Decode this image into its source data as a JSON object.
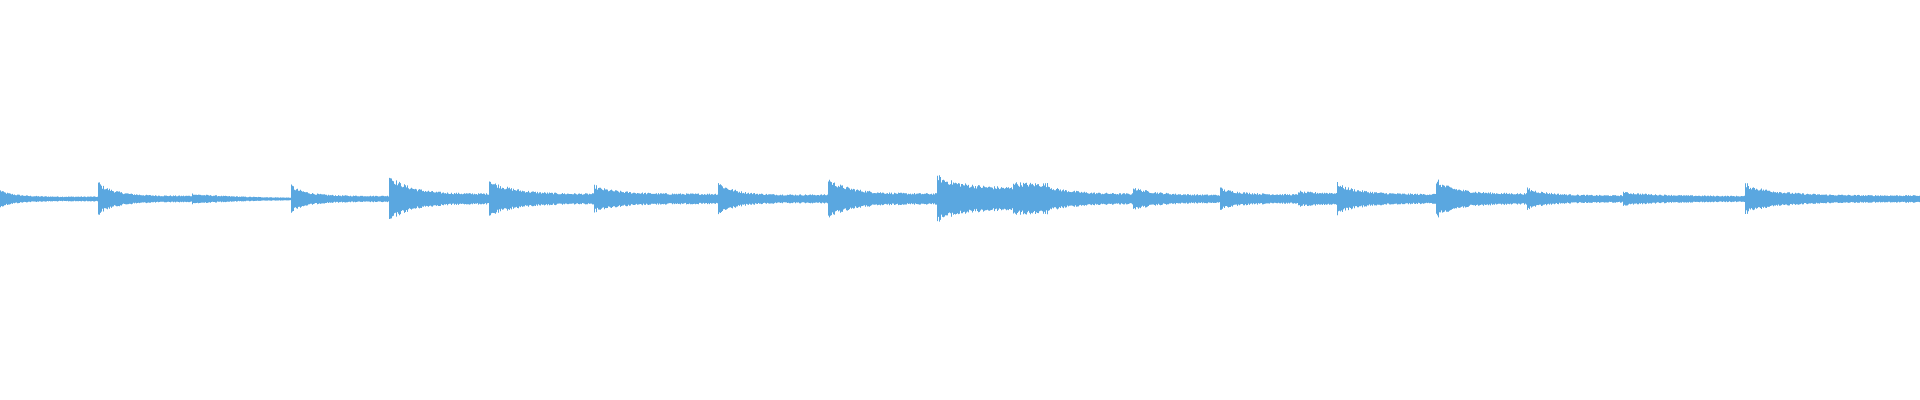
{
  "waveform": {
    "color": "#5aa7e0",
    "events": [
      {
        "start": 0.0,
        "amp": 0.36,
        "decay": 6.0,
        "sustain": 0.26
      },
      {
        "start": 0.0512,
        "amp": 0.68,
        "decay": 5.0,
        "sustain": 0.18
      },
      {
        "start": 0.1002,
        "amp": 0.22,
        "decay": 2.0,
        "sustain": 0.14
      },
      {
        "start": 0.1515,
        "amp": 0.55,
        "decay": 5.5,
        "sustain": 0.22
      },
      {
        "start": 0.2025,
        "amp": 1.0,
        "decay": 4.5,
        "sustain": 0.2
      },
      {
        "start": 0.2548,
        "amp": 0.8,
        "decay": 4.0,
        "sustain": 0.24
      },
      {
        "start": 0.3096,
        "amp": 0.55,
        "decay": 4.5,
        "sustain": 0.36
      },
      {
        "start": 0.374,
        "amp": 0.7,
        "decay": 6.0,
        "sustain": 0.24
      },
      {
        "start": 0.4315,
        "amp": 0.85,
        "decay": 4.5,
        "sustain": 0.24
      },
      {
        "start": 0.4878,
        "amp": 0.98,
        "decay": 2.5,
        "sustain": 0.4
      },
      {
        "start": 0.5274,
        "amp": 0.72,
        "decay": 1.0,
        "sustain": 0.7
      },
      {
        "start": 0.5458,
        "amp": 0.55,
        "decay": 3.0,
        "sustain": 0.34
      },
      {
        "start": 0.59,
        "amp": 0.5,
        "decay": 3.5,
        "sustain": 0.3
      },
      {
        "start": 0.6354,
        "amp": 0.45,
        "decay": 3.0,
        "sustain": 0.36
      },
      {
        "start": 0.676,
        "amp": 0.32,
        "decay": 1.0,
        "sustain": 0.6
      },
      {
        "start": 0.6965,
        "amp": 0.65,
        "decay": 4.0,
        "sustain": 0.28
      },
      {
        "start": 0.7477,
        "amp": 0.78,
        "decay": 4.0,
        "sustain": 0.26
      },
      {
        "start": 0.7955,
        "amp": 0.45,
        "decay": 4.0,
        "sustain": 0.3
      },
      {
        "start": 0.8451,
        "amp": 0.3,
        "decay": 3.0,
        "sustain": 0.36
      },
      {
        "start": 0.9088,
        "amp": 0.62,
        "decay": 5.0,
        "sustain": 0.22
      }
    ]
  }
}
